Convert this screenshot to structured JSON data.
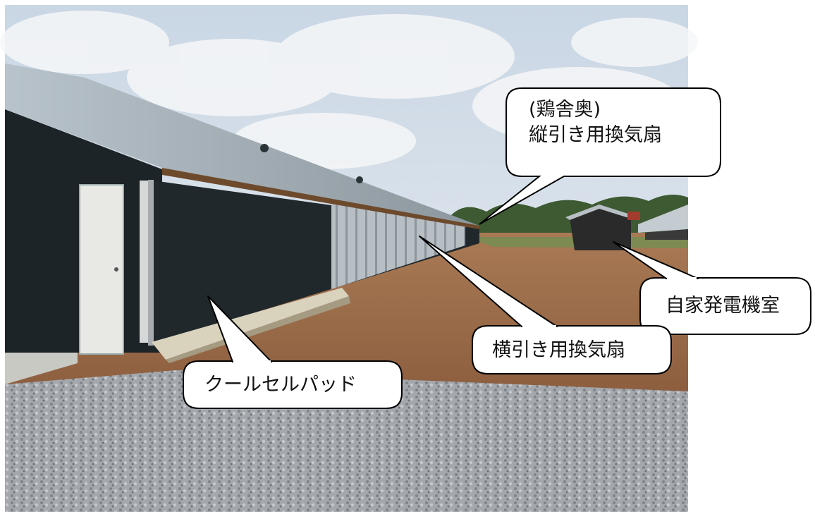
{
  "photo": {
    "subject": "poultry-house",
    "colors": {
      "sky": "#dfe6ee",
      "roof": "#a9b4bd",
      "wall": "#1d2427",
      "ground": "#9c6c48",
      "gravel": "#9da2a8"
    }
  },
  "callouts": {
    "tunnel_fans": "(鶏舎奥)\n縦引き用換気扇",
    "generator_room": "自家発電機室",
    "side_fans": "横引き用換気扇",
    "cool_cell_pad": "クールセルパッド"
  }
}
